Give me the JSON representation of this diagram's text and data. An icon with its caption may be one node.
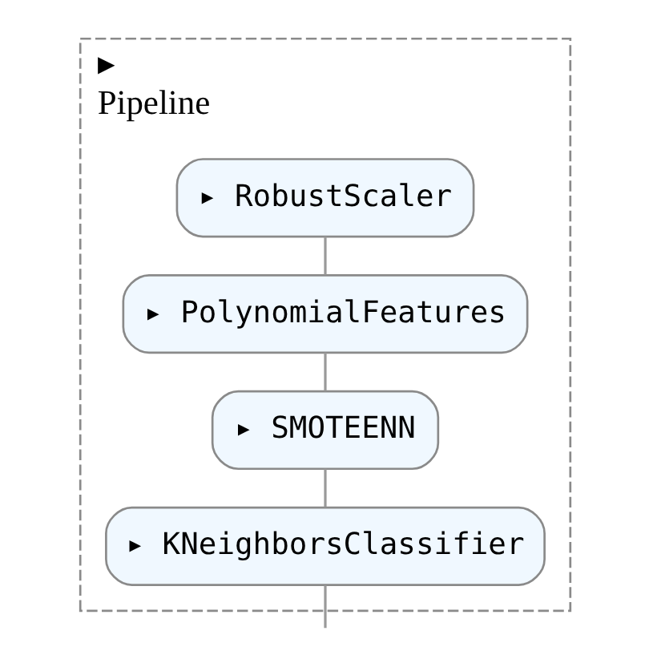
{
  "diagram": {
    "nodes": [
      {
        "text": [
          "▸",
          "Pipeline"
        ]
      },
      {
        "text": [
          "▸ RobustScaler"
        ],
        "in": 0
      },
      {
        "text": [
          "▸ PolynomialFeatures"
        ],
        "in": 0
      },
      {
        "text": [
          "▸ SMOTEENN"
        ],
        "in": 0
      },
      {
        "text": [
          "▸ KNeighborsClassifier"
        ],
        "in": 0
      }
    ],
    "edges": [
      {
        "from": 1,
        "to": 2,
        "arrow": "none"
      },
      {
        "from": 2,
        "to": 3,
        "arrow": "none"
      },
      {
        "from": 3,
        "to": 4,
        "arrow": "none"
      },
      {
        "from": 4,
        "to": null,
        "arrow": "none"
      }
    ]
  }
}
